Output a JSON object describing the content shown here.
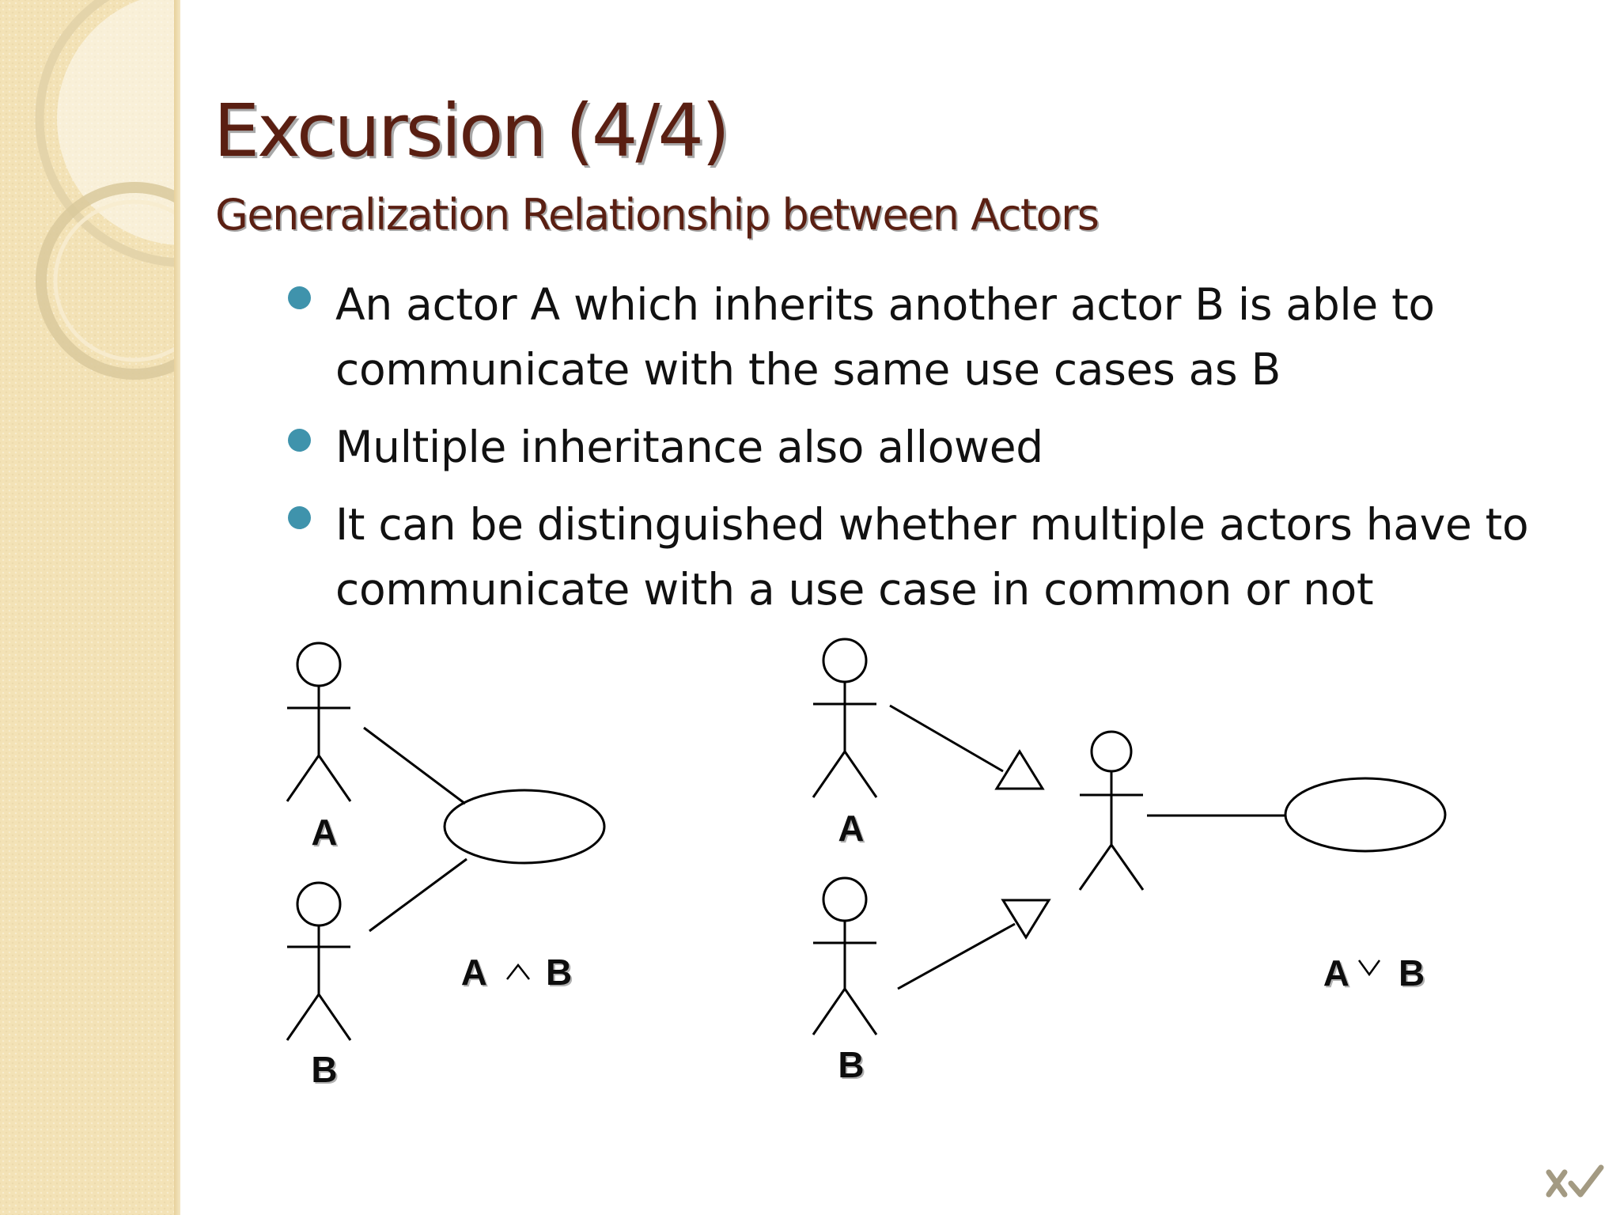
{
  "slide": {
    "title": "Excursion (4/4)",
    "subtitle": "Generalization Relationship between Actors",
    "bullets": [
      {
        "text": "An actor A which inherits another actor B is able to communicate with the same use cases as B"
      },
      {
        "text": "Multiple inheritance also allowed"
      },
      {
        "text": "It can be distinguished whether multiple actors have to communicate with a use case in common or not"
      }
    ]
  },
  "diagram_left": {
    "actor_top_label": "A",
    "actor_bottom_label": "B",
    "formula": {
      "left": "A",
      "op": "^",
      "right": "B"
    }
  },
  "diagram_right": {
    "actor_top_label": "A",
    "actor_bottom_label": "B",
    "formula": {
      "left": "A",
      "op": "v",
      "right": "B"
    }
  },
  "logo": {
    "icon": "xv-checkmark-logo"
  },
  "colors": {
    "title": "#5a1f12",
    "bullet_dot": "#3f93ac",
    "sidebar": "#f3e2b6"
  }
}
